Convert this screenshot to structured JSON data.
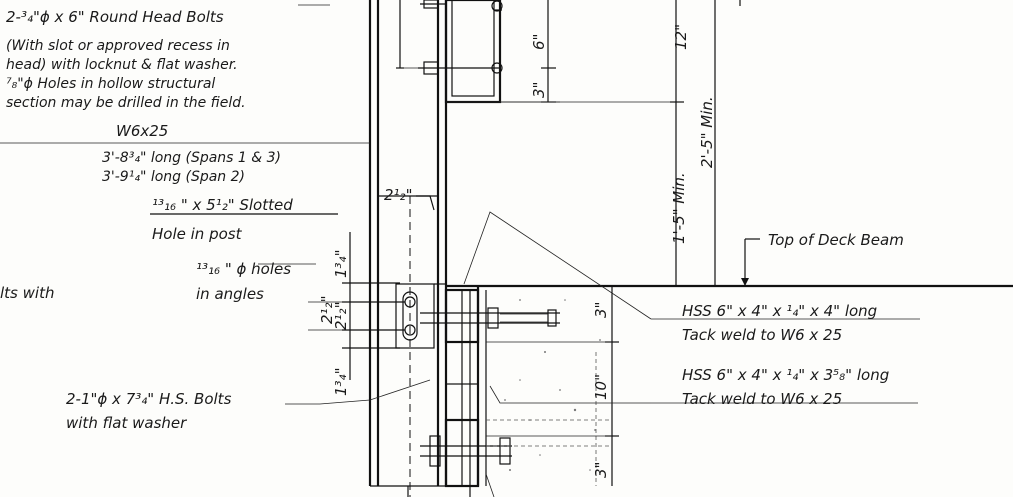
{
  "notes": {
    "bolts_title": "2-³₄\"ϕ x 6\" Round Head Bolts",
    "bolts_line1": "(With slot or approved recess in",
    "bolts_line2": "head) with locknut & flat washer.",
    "bolts_line3": "⁷₈\"ϕ Holes in hollow structural",
    "bolts_line4": "section may be drilled in the field.",
    "w6_title": "W6x25",
    "w6_line1": "3'-8³₄\" long (Spans 1 & 3)",
    "w6_line2": "3'-9¹₄\" long (Span 2)",
    "slot_line1": "¹³₁₆ \" x 5¹₂\" Slotted",
    "slot_line2": "Hole in post",
    "holes_line1": "¹³₁₆ \" ϕ holes",
    "holes_line2": "in angles",
    "left_cut": "lts with",
    "hs_line1": "2-1\"ϕ x 7³₄\" H.S. Bolts",
    "hs_line2": "with flat washer",
    "deck_beam": "Top of Deck Beam",
    "hss1_line1": "HSS 6\" x 4\" x ¹₄\" x 4\" long",
    "hss1_line2": "Tack weld to W6 x 25",
    "hss2_line1": "HSS 6\" x 4\" x ¹₄\" x 3⁵₈\" long",
    "hss2_line2": "Tack weld to W6 x 25"
  },
  "dims": {
    "d_6": "6\"",
    "d_12": "12\"",
    "d_3_top": "3\"",
    "d_2_5_min": "2'-5\" Min.",
    "d_1_5_min": "1'-5\" Min.",
    "d_2_half": "2¹₂\"",
    "d_1_34_top": "1³₄\"",
    "d_2_half_a": "2¹₂\"",
    "d_2_half_b": "2¹₂\"",
    "d_1_34_bot": "1³₄\"",
    "d_3_mid": "3\"",
    "d_10": "10\"",
    "d_3_bot": "3\""
  }
}
